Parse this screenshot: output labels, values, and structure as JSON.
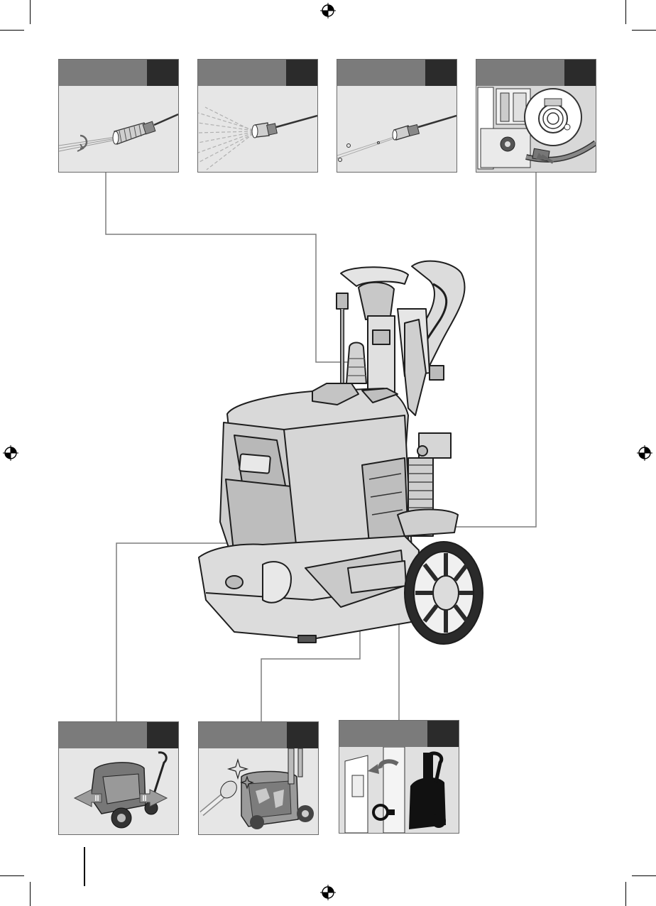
{
  "figure": {
    "panels": [
      {
        "id": "adjustable-nozzle",
        "icon": "rotating-nozzle-icon"
      },
      {
        "id": "foam-nozzle",
        "icon": "spray-fan-icon"
      },
      {
        "id": "standard-nozzle",
        "icon": "jet-nozzle-icon"
      },
      {
        "id": "hose-connection",
        "icon": "hose-reel-icon"
      },
      {
        "id": "wheel-stand",
        "icon": "wheeled-unit-icon"
      },
      {
        "id": "brush-cleaning",
        "icon": "brush-icon"
      },
      {
        "id": "storage",
        "icon": "storage-icon"
      }
    ]
  },
  "colors": {
    "panel_header": "#7b7b7b",
    "panel_tab": "#2b2b2b",
    "panel_bg": "#e6e6e6",
    "leader_line": "#7d7d7d",
    "machine_fill": "#d9d9d9",
    "machine_dark": "#2a2a2a"
  }
}
